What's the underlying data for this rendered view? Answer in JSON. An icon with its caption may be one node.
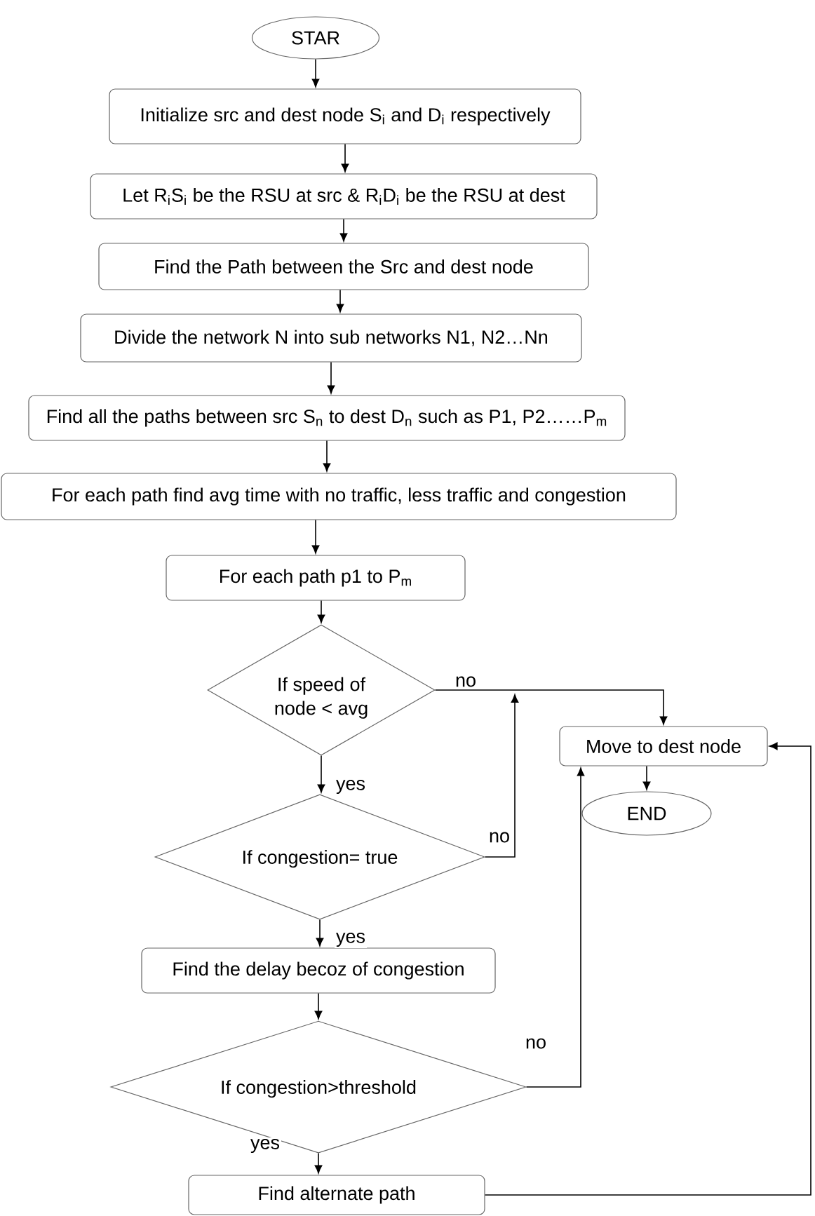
{
  "diagram": {
    "nodes": [
      {
        "text": [
          "STAR"
        ]
      },
      {
        "text": [
          "Initialize src and dest node S$_{i}$ and D$_{i}$ respectively"
        ]
      },
      {
        "text": [
          "Let R$_{i}$S$_{i}$ be the RSU at src & R$_{i}$D$_{i}$ be the RSU at dest"
        ]
      },
      {
        "text": [
          "Find the Path between the Src and dest node"
        ]
      },
      {
        "text": [
          "Divide the network N into sub networks N1, N2…Nn"
        ]
      },
      {
        "text": [
          "Find all the paths between src S$_{n}$ to dest D$_{n}$ such as P1, P2……P$_{m}$"
        ]
      },
      {
        "text": [
          "For each path find avg time with no traffic, less traffic and congestion"
        ]
      },
      {
        "text": [
          "For each path p1 to P$_{m}$"
        ]
      },
      {
        "text": [
          "If speed of node < avg"
        ]
      },
      {
        "text": [
          "Move to dest node"
        ]
      },
      {
        "text": [
          "END"
        ]
      },
      {
        "text": [
          "If congestion= true"
        ]
      },
      {
        "text": [
          "Find the delay becoz of congestion"
        ]
      },
      {
        "text": [
          "If congestion>threshold"
        ]
      },
      {
        "text": [
          "Find alternate path"
        ]
      }
    ],
    "edges": [
      {
        "from": 0,
        "to": 1,
        "arrow": "to"
      },
      {
        "from": 1,
        "to": 2,
        "arrow": "to"
      },
      {
        "from": 2,
        "to": 3,
        "arrow": "to"
      },
      {
        "from": 3,
        "to": 4,
        "arrow": "to"
      },
      {
        "from": 4,
        "to": 5,
        "arrow": "to"
      },
      {
        "from": 5,
        "to": 6,
        "arrow": "to"
      },
      {
        "from": 6,
        "to": 7,
        "arrow": "to"
      },
      {
        "from": 7,
        "to": 8,
        "arrow": "to"
      },
      {
        "from": 8,
        "to": 9,
        "arrow": "to",
        "label": "no"
      },
      {
        "from": 8,
        "to": 11,
        "arrow": "to",
        "label": "yes"
      },
      {
        "from": 11,
        "to": 9,
        "arrow": "to",
        "label": "no"
      },
      {
        "from": 11,
        "to": 12,
        "arrow": "to",
        "label": "yes"
      },
      {
        "from": 12,
        "to": 13,
        "arrow": "to"
      },
      {
        "from": 13,
        "to": 9,
        "arrow": "to",
        "label": "no"
      },
      {
        "from": 13,
        "to": 14,
        "arrow": "to",
        "label": "yes"
      },
      {
        "from": 14,
        "to": 9,
        "arrow": "to"
      },
      {
        "from": 9,
        "to": 10,
        "arrow": "to"
      }
    ]
  }
}
